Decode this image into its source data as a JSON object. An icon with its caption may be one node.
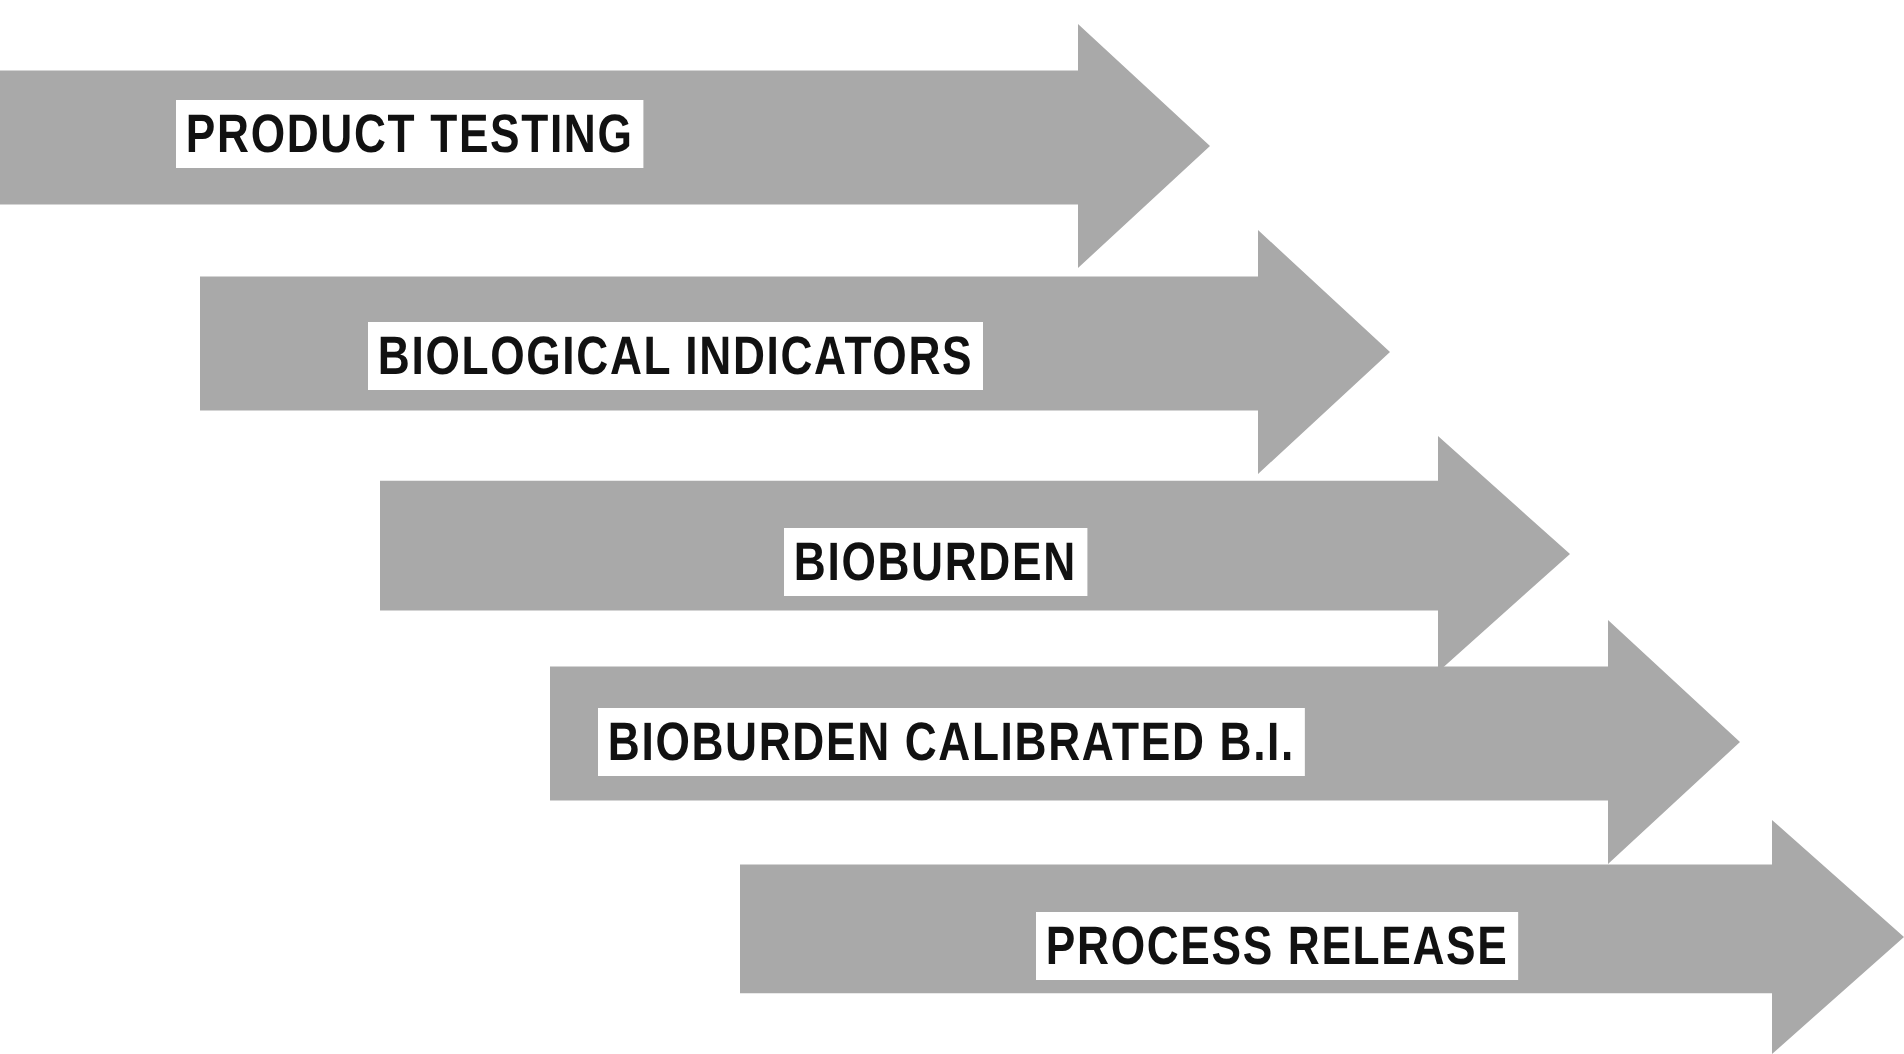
{
  "diagram": {
    "nodes": [
      {
        "text": [
          "PRODUCT TESTING"
        ]
      },
      {
        "text": [
          "BIOLOGICAL INDICATORS"
        ]
      },
      {
        "text": [
          "BIOBURDEN"
        ]
      },
      {
        "text": [
          "BIOBURDEN CALIBRATED B.I."
        ]
      },
      {
        "text": [
          "PROCESS RELEASE"
        ]
      }
    ]
  }
}
